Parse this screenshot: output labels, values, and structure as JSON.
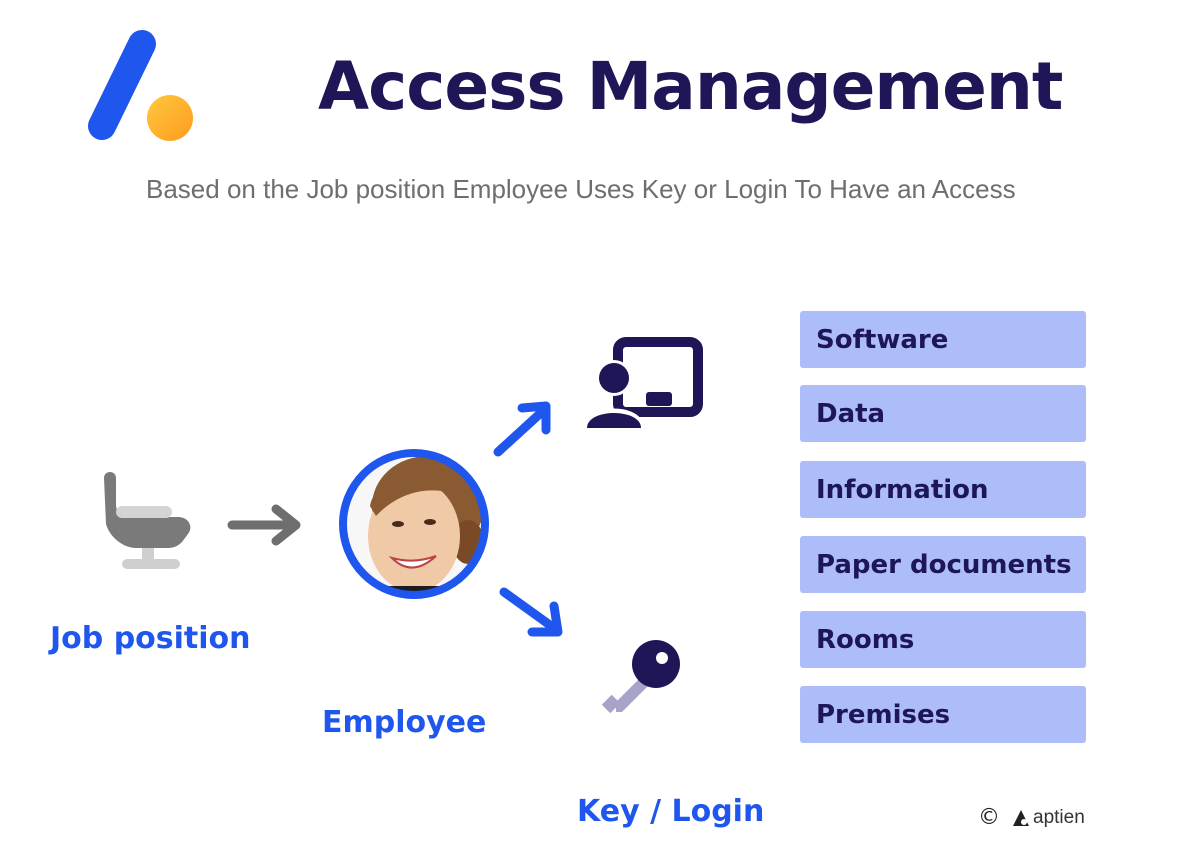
{
  "header": {
    "title": "Access Management",
    "subtitle": "Based on the Job position Employee Uses Key or Login To Have an Access"
  },
  "diagram": {
    "job_position_label": "Job position",
    "employee_label": "Employee",
    "key_login_label": "Key / Login",
    "resources": [
      "Software",
      "Data",
      "Information",
      "Paper documents",
      "Rooms",
      "Premises"
    ]
  },
  "footer": {
    "copyright": "©",
    "brand": "aptien"
  },
  "colors": {
    "title": "#1e1656",
    "accent_blue": "#1f56ee",
    "logo_orange": "#ffa31a",
    "box_fill": "#acbdfa",
    "icon_gray": "#7a7a7a"
  },
  "icons": [
    "logo-mark",
    "chair-icon",
    "arrow-right-icon",
    "employee-photo",
    "arrow-up-right-icon",
    "arrow-down-right-icon",
    "user-screen-icon",
    "key-icon"
  ]
}
